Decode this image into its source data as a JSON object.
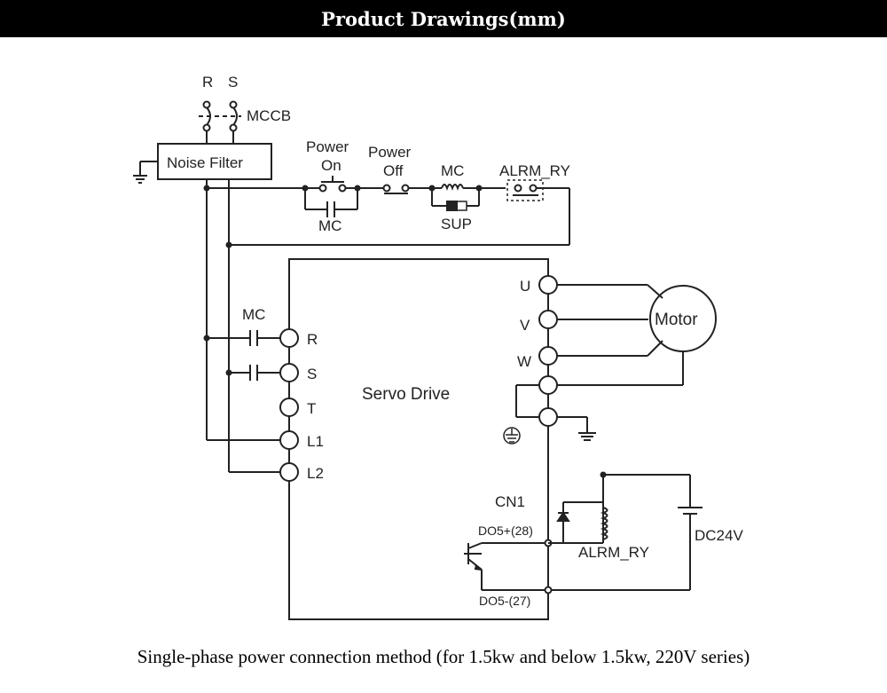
{
  "header": {
    "title": "Product Drawings(mm)"
  },
  "diagram": {
    "labels": {
      "r_top": "R",
      "s_top": "S",
      "mccb": "MCCB",
      "noise_filter": "Noise Filter",
      "power_on_1": "Power",
      "power_on_2": "On",
      "power_off_1": "Power",
      "power_off_2": "Off",
      "mc_coil": "MC",
      "alrm_ry_contact": "ALRM_RY",
      "mc_aux": "MC",
      "sup": "SUP",
      "mc_contacts": "MC",
      "term_r": "R",
      "term_s": "S",
      "term_t": "T",
      "term_l1": "L1",
      "term_l2": "L2",
      "servo_drive": "Servo Drive",
      "term_u": "U",
      "term_v": "V",
      "term_w": "W",
      "motor": "Motor",
      "cn1": "CN1",
      "do5_plus": "DO5+(28)",
      "do5_minus": "DO5-(27)",
      "alrm_ry_relay": "ALRM_RY",
      "dc24v": "DC24V"
    }
  },
  "caption": {
    "text": "Single-phase power connection method (for 1.5kw and below 1.5kw, 220V series)"
  }
}
